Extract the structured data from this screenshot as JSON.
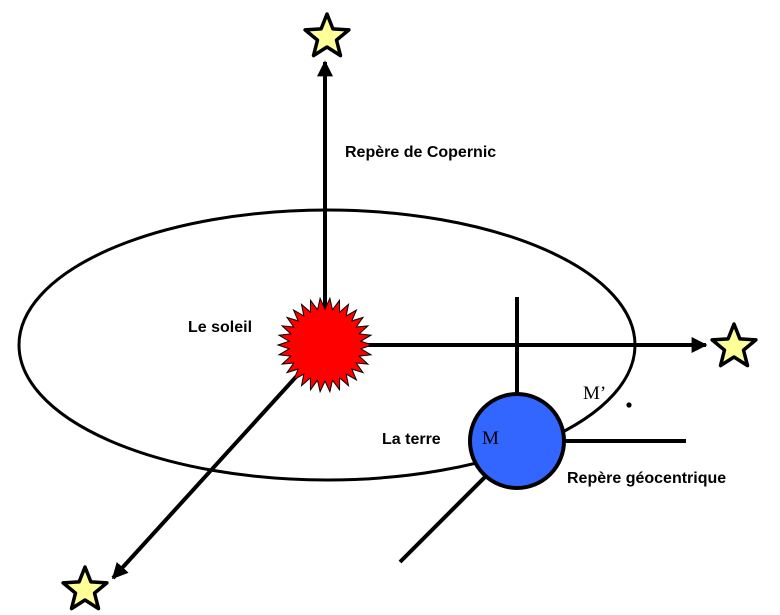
{
  "labels": {
    "copernic": "Repère de Copernic",
    "sun": "Le soleil",
    "earth": "La terre",
    "geocentric": "Repère géocentrique",
    "point_m": "M",
    "point_m_prime": "M’"
  },
  "colors": {
    "sun": "#ff0000",
    "earth": "#3366ff",
    "star_fill": "#ffff99",
    "ink": "#000000"
  },
  "icons": {
    "star": "star-icon",
    "sun": "sun-burst-icon",
    "earth": "earth-circle-icon"
  }
}
